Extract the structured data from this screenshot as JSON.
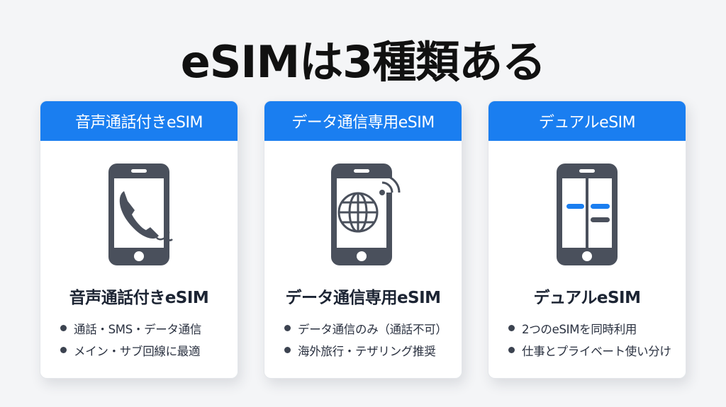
{
  "title": "eSIMは3種類ある",
  "colors": {
    "accent": "#1a7ef0",
    "icon": "#4a505c",
    "background": "#f4f5f7"
  },
  "cards": [
    {
      "header": "音声通話付きeSIM",
      "icon": "phone-call-icon",
      "name": "音声通話付きeSIM",
      "features": [
        "通話・SMS・データ通信",
        "メイン・サブ回線に最適"
      ]
    },
    {
      "header": "データ通信専用eSIM",
      "icon": "phone-globe-wifi-icon",
      "name": "データ通信専用eSIM",
      "features": [
        "データ通信のみ（通話不可）",
        "海外旅行・テザリング推奨"
      ]
    },
    {
      "header": "デュアルeSIM",
      "icon": "phone-dual-screen-icon",
      "name": "デュアルeSIM",
      "features": [
        "2つのeSIMを同時利用",
        "仕事とプライベート使い分け"
      ]
    }
  ]
}
